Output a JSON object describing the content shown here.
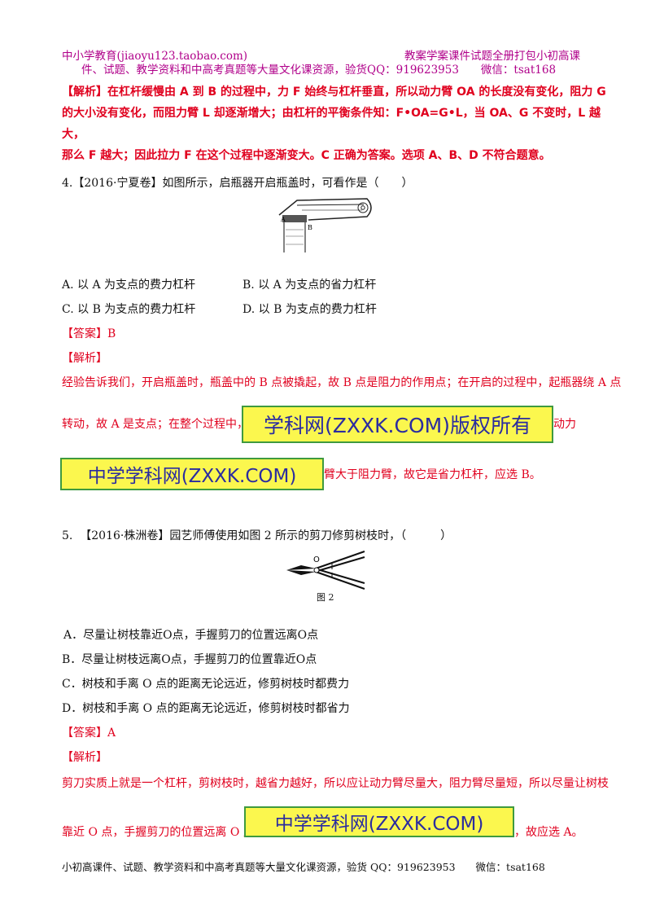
{
  "header": {
    "left": "中小学教育(jiaoyu123.taobao.com)",
    "right_line1": "教案学案课件试题全册打包小初高课",
    "right_line2": "件、试题、教学资料和中高考真题等大量文化课资源，验货QQ：919623953　　微信：tsat168"
  },
  "prev_explanation": {
    "label": "【解析】",
    "line1": "在杠杆缓慢由 A 到 B 的过程中，力 F 始终与杠杆垂直，所以动力臂 OA 的长度没有变化，阻力 G",
    "line2": "的大小没有变化，而阻力臂 L 却逐渐增大；由杠杆的平衡条件知：F•OA=G•L，当 OA、G 不变时，L 越大，",
    "line3": "那么 F 越大；因此拉力 F 在这个过程中逐渐变大。C 正确为答案。选项 A、B、D 不符合题意。"
  },
  "q4": {
    "number": "4.",
    "source": "【2016·宁夏卷】",
    "stem": "如图所示，启瓶器开启瓶盖时，可看作是（　　）",
    "figure_label_a": "A",
    "figure_label_b": "B",
    "options": {
      "a": "A. 以 A 为支点的费力杠杆",
      "b": "B.  以 A 为支点的省力杠杆",
      "c": "C. 以 B 为支点的费力杠杆",
      "d": "D.  以 B 为支点的费力杠杆"
    },
    "answer": "【答案】B",
    "analysis_label": "【解析】",
    "analysis_line1": "经验告诉我们，开启瓶盖时，瓶盖中的 B 点被撬起，故 B 点是阻力的作用点；在开启的过程中，起瓶器绕 A 点",
    "analysis_line2_a": "转动，故 A 是支点；在整个过程中，",
    "analysis_line2_b": "动力",
    "analysis_line3": "臂大于阻力臂，故它是省力杠杆，应选 B。"
  },
  "q5": {
    "number": "5.",
    "source": "【2016·株洲卷】",
    "stem": "园艺师傅使用如图 2 所示的剪刀修剪树枝时，（　　　）",
    "figure_label_o": "O",
    "figure_caption": "图 2",
    "options": {
      "a": "A．尽量让树枝靠近O点，手握剪刀的位置远离O点",
      "b": "B．尽量让树枝远离O点，手握剪刀的位置靠近O点",
      "c": "C．树枝和手离 O 点的距离无论远近，修剪树枝时都费力",
      "d": "D．树枝和手离 O 点的距离无论远近，修剪树枝时都省力"
    },
    "answer": "【答案】A",
    "analysis_label": "【解析】",
    "analysis_line1": "剪刀实质上就是一个杠杆，剪树枝时，越省力越好，所以应让动力臂尽量大，阻力臂尽量短，所以尽量让树枝",
    "analysis_line2_a": "靠近 O 点，手握剪刀的位置远离 O 点",
    "analysis_line2_b": "，故应选 A。"
  },
  "watermarks": {
    "wm1": "学科网(ZXXK.COM)版权所有",
    "wm2": "中学学科网(ZXXK.COM)",
    "wm3": "中学学科网(ZXXK.COM)"
  },
  "footer": {
    "text": "小初高课件、试题、教学资料和中高考真题等大量文化课资源，验货 QQ：919623953　　微信：tsat168"
  }
}
